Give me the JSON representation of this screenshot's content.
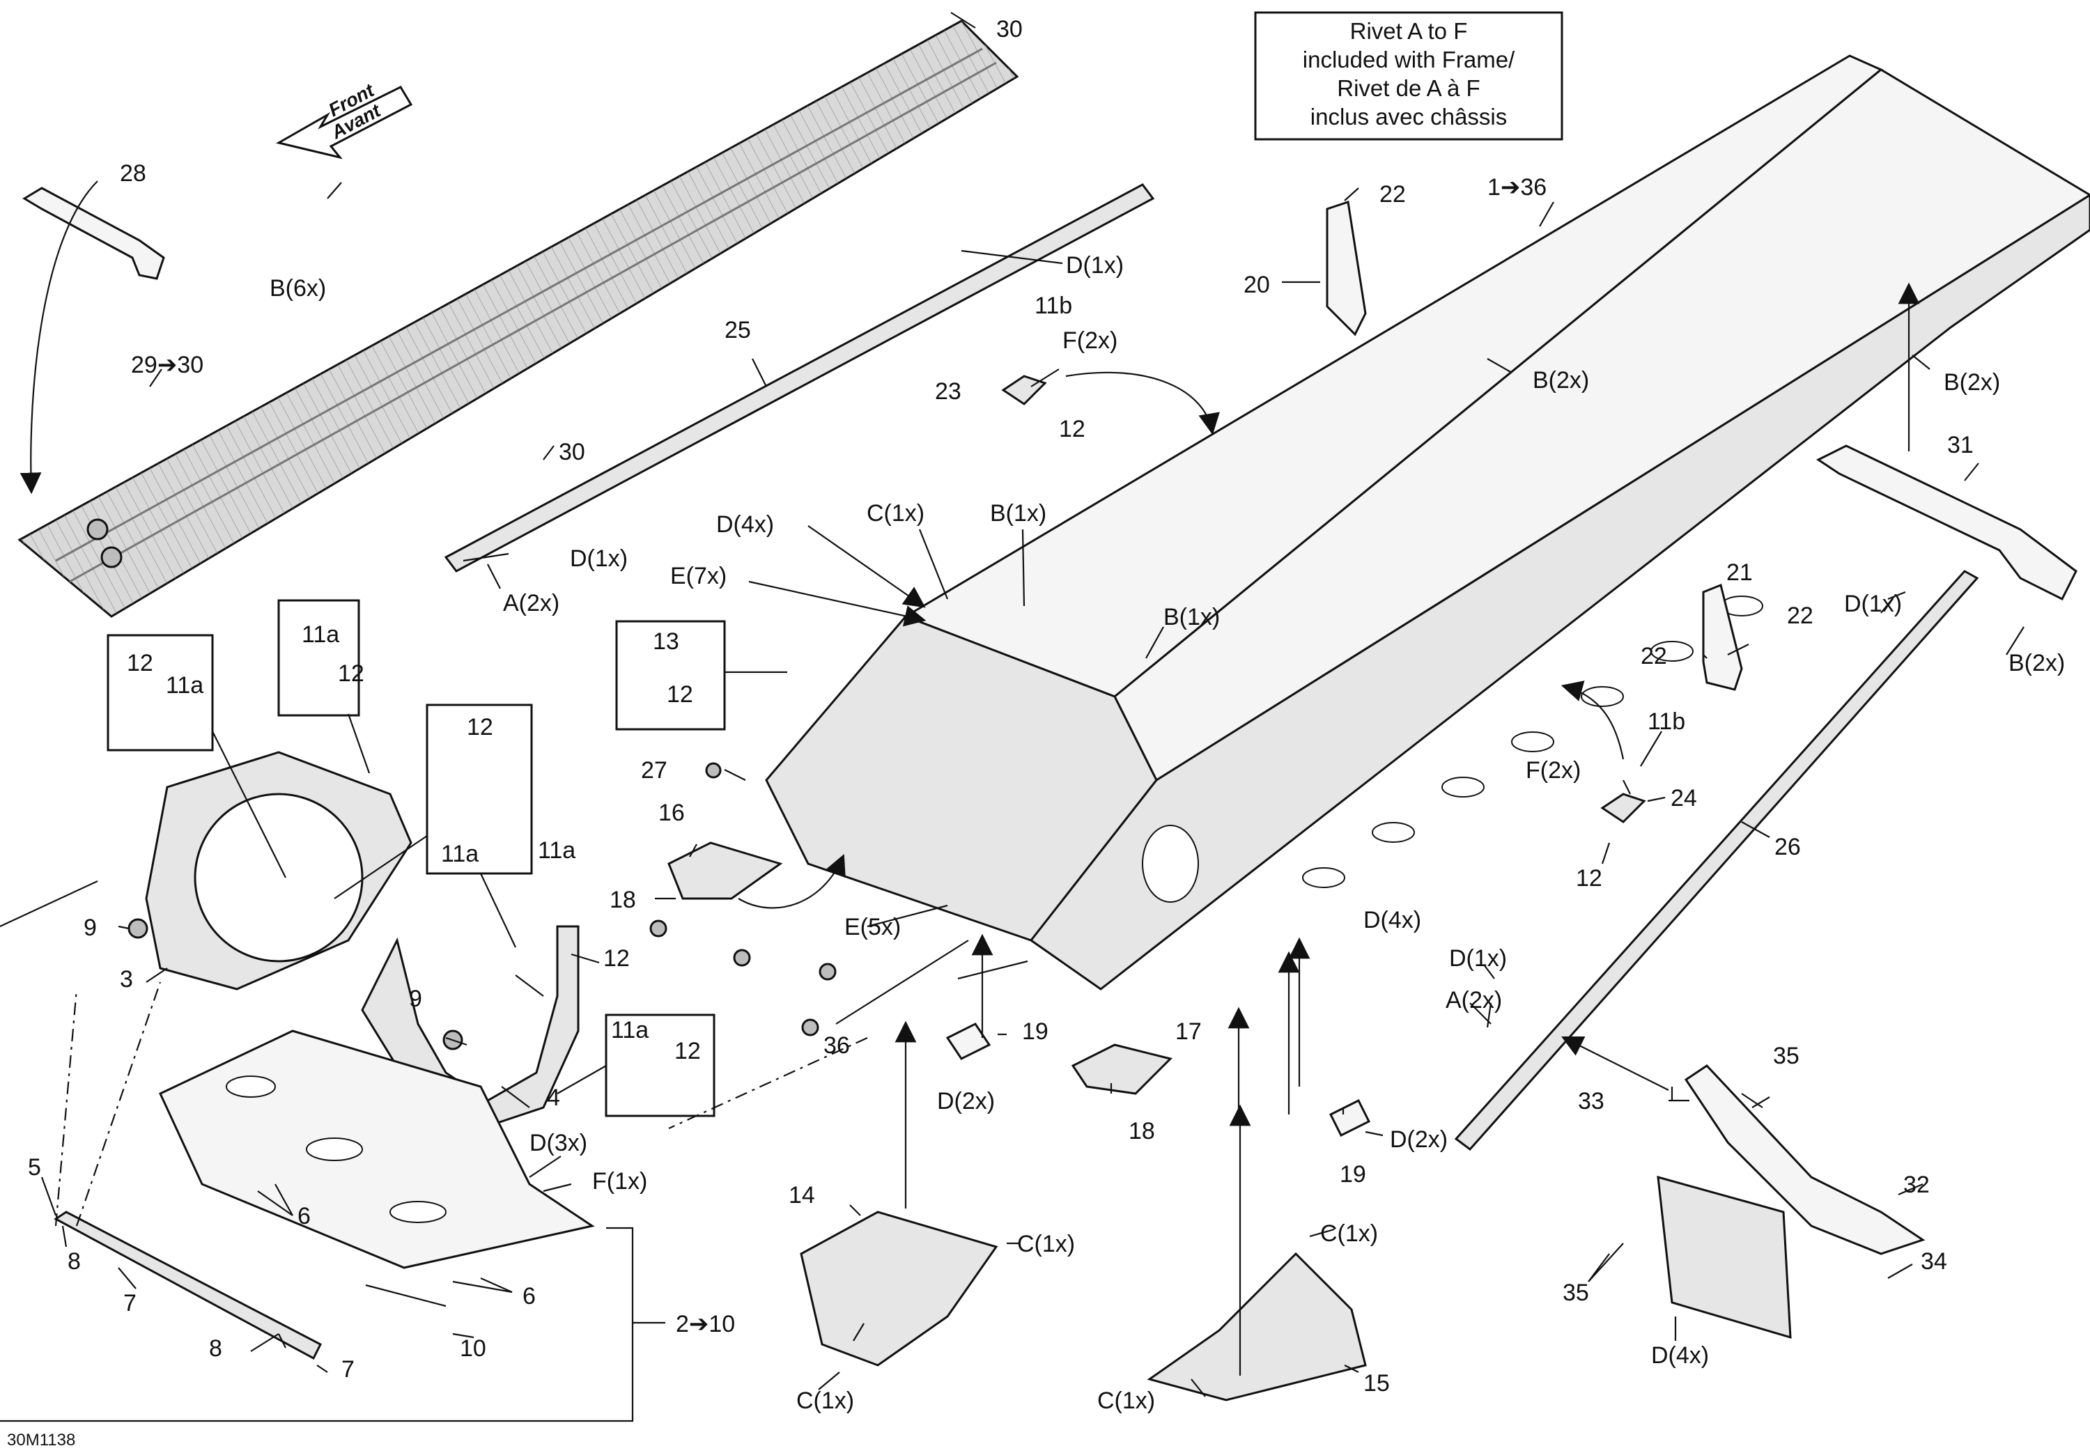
{
  "note_box": {
    "lines": [
      "Rivet A to F",
      "included with Frame/",
      "Rivet de A à F",
      "inclus avec châssis"
    ]
  },
  "front_arrow": {
    "line1": "Front",
    "line2": "Avant"
  },
  "figure_code": "30M1138",
  "labels": {
    "l_30_top": "30",
    "l_28": "28",
    "l_b6x": "B(6x)",
    "l_29_30": "29➔30",
    "l_30_mid": "30",
    "l_d1x_a": "D(1x)",
    "l_25": "25",
    "l_d1x_b": "D(1x)",
    "l_a2x_a": "A(2x)",
    "l_1_36": "1➔36",
    "l_22_a": "22",
    "l_20": "20",
    "l_11b_a": "11b",
    "l_f2x_a": "F(2x)",
    "l_23": "23",
    "l_12_a": "12",
    "l_b2x_a": "B(2x)",
    "l_b2x_b": "B(2x)",
    "l_31": "31",
    "l_b2x_c": "B(2x)",
    "l_21": "21",
    "l_22_b": "22",
    "l_22_c": "22",
    "l_d1x_c": "D(1x)",
    "l_d4x_a": "D(4x)",
    "l_c1x_a": "C(1x)",
    "l_b1x_a": "B(1x)",
    "l_e7x": "E(7x)",
    "l_b1x_b": "B(1x)",
    "l_13": "13",
    "l_12_b": "12",
    "l_27": "27",
    "l_16": "16",
    "l_18_a": "18",
    "l_e5x": "E(5x)",
    "l_36": "36",
    "l_19_a": "19",
    "l_d2x_a": "D(2x)",
    "l_17": "17",
    "l_18_b": "18",
    "l_19_b": "19",
    "l_d2x_b": "D(2x)",
    "l_d4x_b": "D(4x)",
    "l_11b_b": "11b",
    "l_f2x_b": "F(2x)",
    "l_24": "24",
    "l_12_c": "12",
    "l_26": "26",
    "l_d1x_d": "D(1x)",
    "l_a2x_b": "A(2x)",
    "l_35_a": "35",
    "l_33": "33",
    "l_32": "32",
    "l_34": "34",
    "l_35_b": "35",
    "l_d4x_c": "D(4x)",
    "l_14": "14",
    "l_c1x_b": "C(1x)",
    "l_c1x_c": "C(1x)",
    "l_c1x_d": "C(1x)",
    "l_c1x_e": "C(1x)",
    "l_15": "15",
    "l_11a_box1": "11a",
    "l_12_box1": "12",
    "l_12_box2": "12",
    "l_11a_box2": "11a",
    "l_12_box3": "12",
    "l_11a_box3": "11a",
    "l_11a_d": "11a",
    "l_12_d": "12",
    "l_9_a": "9",
    "l_3": "3",
    "l_9_b": "9",
    "l_4": "4",
    "l_11a_box4": "11a",
    "l_12_box4": "12",
    "l_d3x": "D(3x)",
    "l_f1x": "F(1x)",
    "l_5": "5",
    "l_6_a": "6",
    "l_8_a": "8",
    "l_7_a": "7",
    "l_6_b": "6",
    "l_10": "10",
    "l_8_b": "8",
    "l_7_b": "7",
    "l_2_10": "2➔10"
  }
}
